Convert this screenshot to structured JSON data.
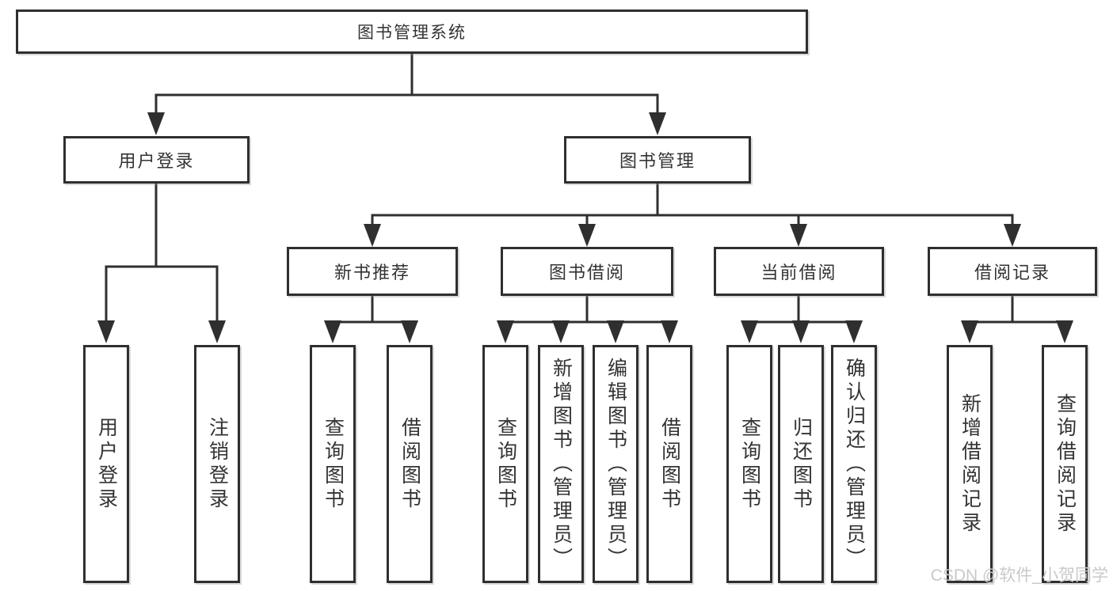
{
  "diagram_title": "图书管理系统",
  "watermark": "CSDN @软件_小贺同学",
  "colors": {
    "line": "#2f2f2f",
    "box_border": "#2f2f2f",
    "text": "#333333",
    "background": "#ffffff",
    "watermark": "#c9c9c9"
  },
  "tree": {
    "label": "图书管理系统",
    "children": [
      {
        "label": "用户登录",
        "children": [
          {
            "label": "用户登录"
          },
          {
            "label": "注销登录"
          }
        ]
      },
      {
        "label": "图书管理",
        "children": [
          {
            "label": "新书推荐",
            "children": [
              {
                "label": "查询图书"
              },
              {
                "label": "借阅图书"
              }
            ]
          },
          {
            "label": "图书借阅",
            "children": [
              {
                "label": "查询图书"
              },
              {
                "label": "新增图书（管理员）"
              },
              {
                "label": "编辑图书（管理员）"
              },
              {
                "label": "借阅图书"
              }
            ]
          },
          {
            "label": "当前借阅",
            "children": [
              {
                "label": "查询图书"
              },
              {
                "label": "归还图书"
              },
              {
                "label": "确认归还（管理员）"
              }
            ]
          },
          {
            "label": "借阅记录",
            "children": [
              {
                "label": "新增借阅记录"
              },
              {
                "label": "查询借阅记录"
              }
            ]
          }
        ]
      }
    ]
  }
}
